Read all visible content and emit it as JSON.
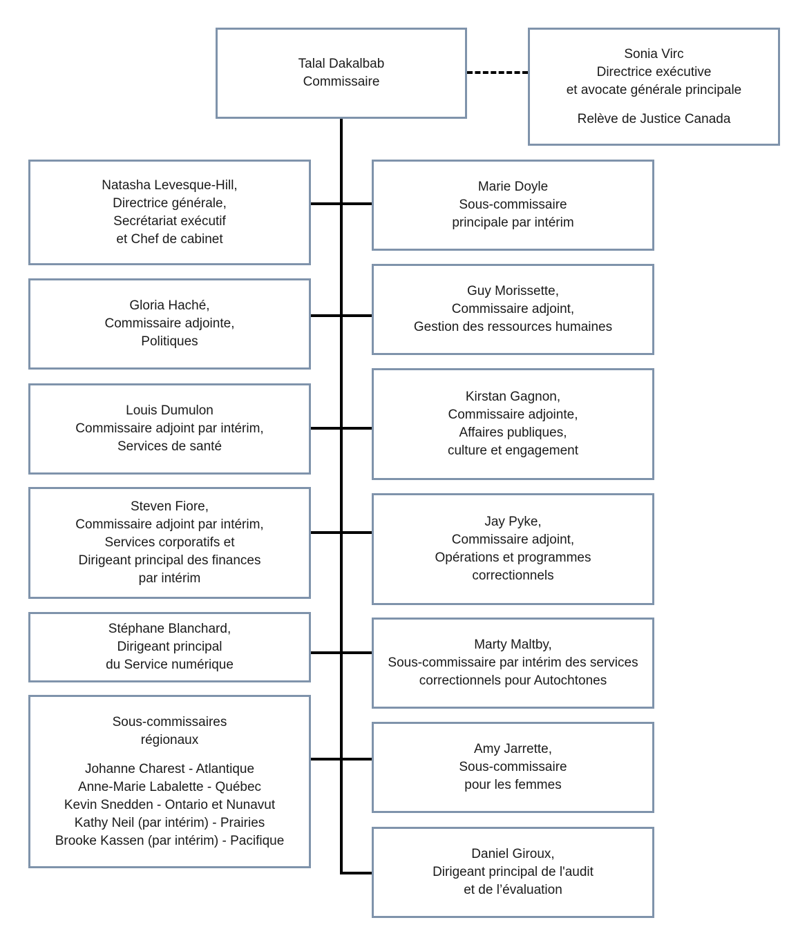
{
  "commissioner": {
    "lines": [
      "Talal Dakalbab",
      "Commissaire"
    ]
  },
  "legal": {
    "lines": [
      "Sonia Virc",
      "Directrice exécutive",
      "et avocate générale principale"
    ],
    "unit": "Relève de Justice Canada"
  },
  "left": [
    {
      "lines": [
        "Natasha Levesque-Hill,",
        "Directrice générale,",
        "Secrétariat exécutif",
        "et Chef de cabinet"
      ]
    },
    {
      "lines": [
        "Gloria Haché,",
        "Commissaire adjointe,",
        "Politiques"
      ]
    },
    {
      "lines": [
        "Louis Dumulon",
        "Commissaire adjoint par intérim,",
        "Services de santé"
      ]
    },
    {
      "lines": [
        "Steven Fiore,",
        "Commissaire adjoint par intérim,",
        "Services corporatifs et",
        "Dirigeant principal des finances",
        "par intérim"
      ]
    },
    {
      "lines": [
        "Stéphane Blanchard,",
        "Dirigeant principal",
        "du Service numérique"
      ]
    },
    {
      "lines": [
        "Sous-commissaires",
        "régionaux"
      ],
      "lines2": [
        "Johanne Charest - Atlantique",
        "Anne-Marie Labalette - Québec",
        "Kevin Snedden - Ontario et Nunavut",
        "Kathy Neil (par intérim) - Prairies",
        "Brooke Kassen (par intérim) - Pacifique"
      ]
    }
  ],
  "right": [
    {
      "lines": [
        "Marie Doyle",
        "Sous-commissaire",
        "principale par intérim"
      ]
    },
    {
      "lines": [
        "Guy Morissette,",
        "Commissaire adjoint,",
        "Gestion des ressources humaines"
      ]
    },
    {
      "lines": [
        "Kirstan Gagnon,",
        "Commissaire adjointe,",
        "Affaires publiques,",
        "culture et engagement"
      ]
    },
    {
      "lines": [
        "Jay Pyke,",
        "Commissaire adjoint,",
        "Opérations et programmes",
        "correctionnels"
      ]
    },
    {
      "lines": [
        "Marty Maltby,",
        "Sous-commissaire par intérim des services",
        "correctionnels pour Autochtones"
      ]
    },
    {
      "lines": [
        "Amy Jarrette,",
        "Sous-commissaire",
        "pour les femmes"
      ]
    },
    {
      "lines": [
        "Daniel Giroux,",
        "Dirigeant principal de l'audit",
        "et de l’évaluation"
      ]
    }
  ],
  "colors": {
    "box_border": "#7f93ab",
    "connector": "#000000"
  }
}
